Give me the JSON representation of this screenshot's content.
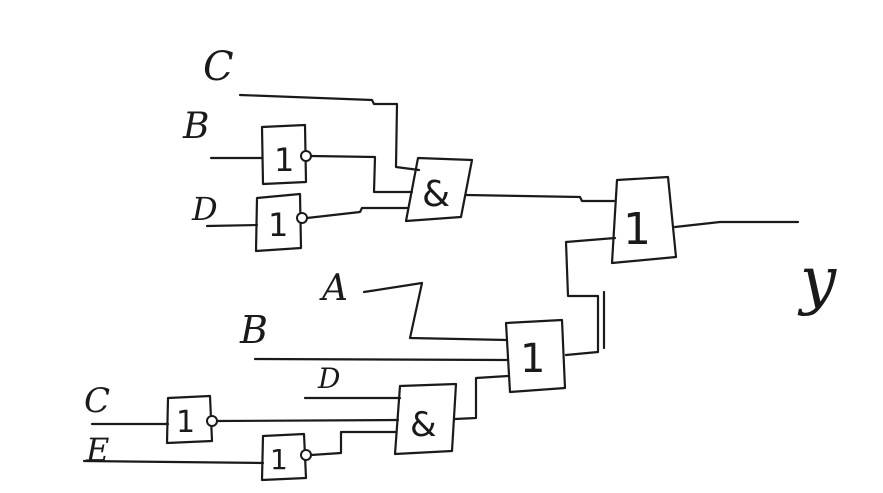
{
  "inputs": {
    "c1": "C",
    "b1": "B",
    "d1": "D",
    "a": "A",
    "b2": "B",
    "d2": "D",
    "c2": "C",
    "e": "E"
  },
  "output": "y",
  "gates": {
    "not_b": "1",
    "not_d": "1",
    "and_top": "&",
    "or_final": "1",
    "or_mid": "1",
    "not_c": "1",
    "not_e": "1",
    "and_bottom": "&"
  },
  "colors": {
    "ink": "#1a1a1a",
    "paper": "#ffffff"
  }
}
